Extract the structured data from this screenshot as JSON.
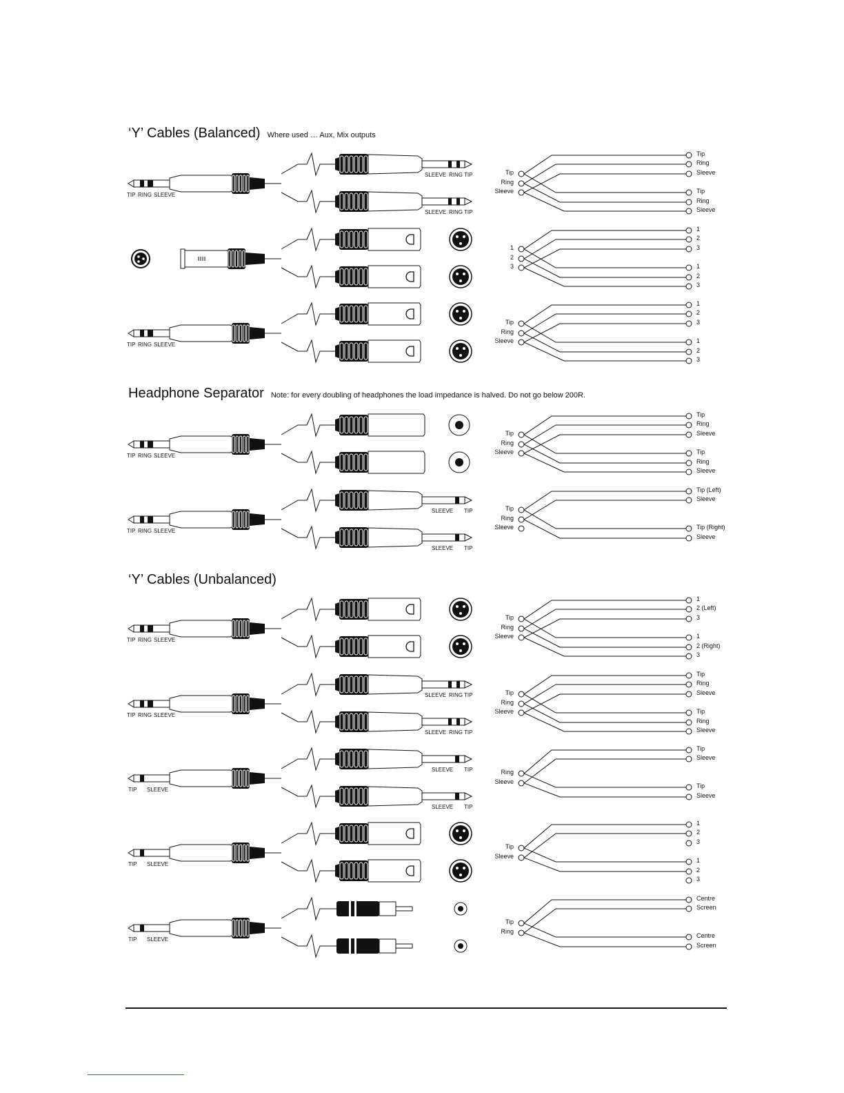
{
  "sections": [
    {
      "title": "‘Y’ Cables (Balanced)",
      "note": "Where used … Aux, Mix outputs"
    },
    {
      "title": "Headphone Separator",
      "note": "Note: for every doubling of headphones the load impedance is halved.  Do not go below 200R."
    },
    {
      "title": "‘Y’ Cables (Unbalanced)",
      "note": ""
    }
  ],
  "cables": [
    {
      "plug": "trs",
      "plug_labels": [
        "TIP",
        "RING",
        "SLEEVE"
      ],
      "branch": "trs",
      "branch_labels": [
        "SLEEVE",
        "RING",
        "TIP"
      ],
      "left": [
        "Tip",
        "Ring",
        "Sleeve"
      ],
      "right_top": [
        "Tip",
        "Ring",
        "Sleeve"
      ],
      "right_bottom": [
        "Tip",
        "Ring",
        "Sleeve"
      ]
    },
    {
      "plug": "xlr",
      "plug_labels": [],
      "branch": "xlr",
      "branch_labels": [],
      "left": [
        "1",
        "2",
        "3"
      ],
      "right_top": [
        "1",
        "2",
        "3"
      ],
      "right_bottom": [
        "1",
        "2",
        "3"
      ]
    },
    {
      "plug": "trs",
      "plug_labels": [
        "TIP",
        "RING",
        "SLEEVE"
      ],
      "branch": "xlr",
      "branch_labels": [],
      "left": [
        "Tip",
        "Ring",
        "Sleeve"
      ],
      "right_top": [
        "1",
        "2",
        "3"
      ],
      "right_bottom": [
        "1",
        "2",
        "3"
      ]
    },
    {
      "plug": "trs",
      "plug_labels": [
        "TIP",
        "RING",
        "SLEEVE"
      ],
      "branch": "jackf",
      "branch_labels": [],
      "left": [
        "Tip",
        "Ring",
        "Sleeve"
      ],
      "right_top": [
        "Tip",
        "Ring",
        "Sleeve"
      ],
      "right_bottom": [
        "Tip",
        "Ring",
        "Sleeve"
      ]
    },
    {
      "plug": "trs",
      "plug_labels": [
        "TIP",
        "RING",
        "SLEEVE"
      ],
      "branch": "ts",
      "branch_labels": [
        "SLEEVE",
        "TIP"
      ],
      "left": [
        "Tip",
        "Ring",
        "Sleeve"
      ],
      "right_top": [
        "Tip (Left)",
        "Sleeve"
      ],
      "right_bottom": [
        "Tip (Right)",
        "Sleeve"
      ]
    },
    {
      "plug": "trs",
      "plug_labels": [
        "TIP",
        "RING",
        "SLEEVE"
      ],
      "branch": "xlr",
      "branch_labels": [],
      "left": [
        "Tip",
        "Ring",
        "Sleeve"
      ],
      "right_top": [
        "1",
        "2 (Left)",
        "3"
      ],
      "right_bottom": [
        "1",
        "2 (Right)",
        "3"
      ]
    },
    {
      "plug": "trs",
      "plug_labels": [
        "TIP",
        "RING",
        "SLEEVE"
      ],
      "branch": "trs",
      "branch_labels": [
        "SLEEVE",
        "RING",
        "TIP"
      ],
      "left": [
        "Tip",
        "Ring",
        "Sleeve"
      ],
      "right_top": [
        "Tip",
        "Ring",
        "Sleeve"
      ],
      "right_bottom": [
        "Tip",
        "Ring",
        "Sleeve"
      ]
    },
    {
      "plug": "ts",
      "plug_labels": [
        "TIP",
        "SLEEVE"
      ],
      "branch": "ts",
      "branch_labels": [
        "SLEEVE",
        "TIP"
      ],
      "left": [
        "Ring",
        "Sleeve"
      ],
      "right_top": [
        "Tip",
        "Sleeve"
      ],
      "right_bottom": [
        "Tip",
        "Sleeve"
      ]
    },
    {
      "plug": "ts",
      "plug_labels": [
        "TIP",
        "SLEEVE"
      ],
      "branch": "xlr",
      "branch_labels": [],
      "left": [
        "Tip",
        "Sleeve"
      ],
      "right_top": [
        "1",
        "2",
        "3"
      ],
      "right_bottom": [
        "1",
        "2",
        "3"
      ]
    },
    {
      "plug": "ts",
      "plug_labels": [
        "TIP",
        "SLEEVE"
      ],
      "branch": "rca",
      "branch_labels": [],
      "left": [
        "Tip",
        "Ring"
      ],
      "right_top": [
        "Centre",
        "Screen"
      ],
      "right_bottom": [
        "Centre",
        "Screen"
      ]
    }
  ]
}
